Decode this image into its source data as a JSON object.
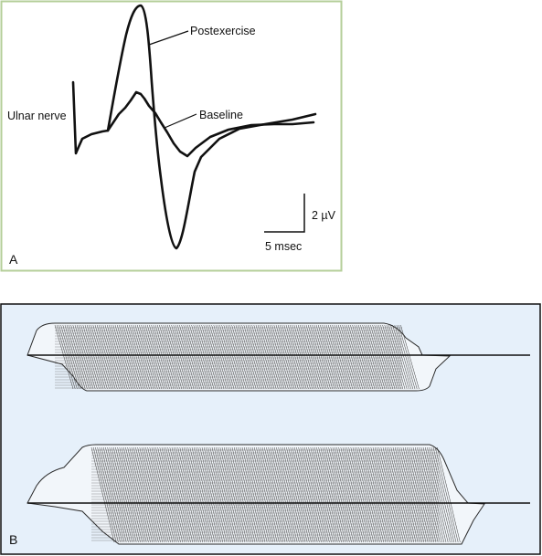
{
  "panel_a": {
    "panel_letter": "A",
    "nerve_label": "Ulnar nerve",
    "trace_labels": {
      "postexercise": "Postexercise",
      "baseline": "Baseline"
    },
    "scale_bar": {
      "vertical_label": "2 µV",
      "horizontal_label": "5 msec"
    }
  },
  "panel_b": {
    "panel_letter": "B"
  },
  "colors": {
    "panel_a_border": "#b5cf9a",
    "panel_b_background": "#e6f0fa",
    "panel_b_border": "#111111",
    "trace": "#111111",
    "mesh": "#2a2a2a"
  }
}
